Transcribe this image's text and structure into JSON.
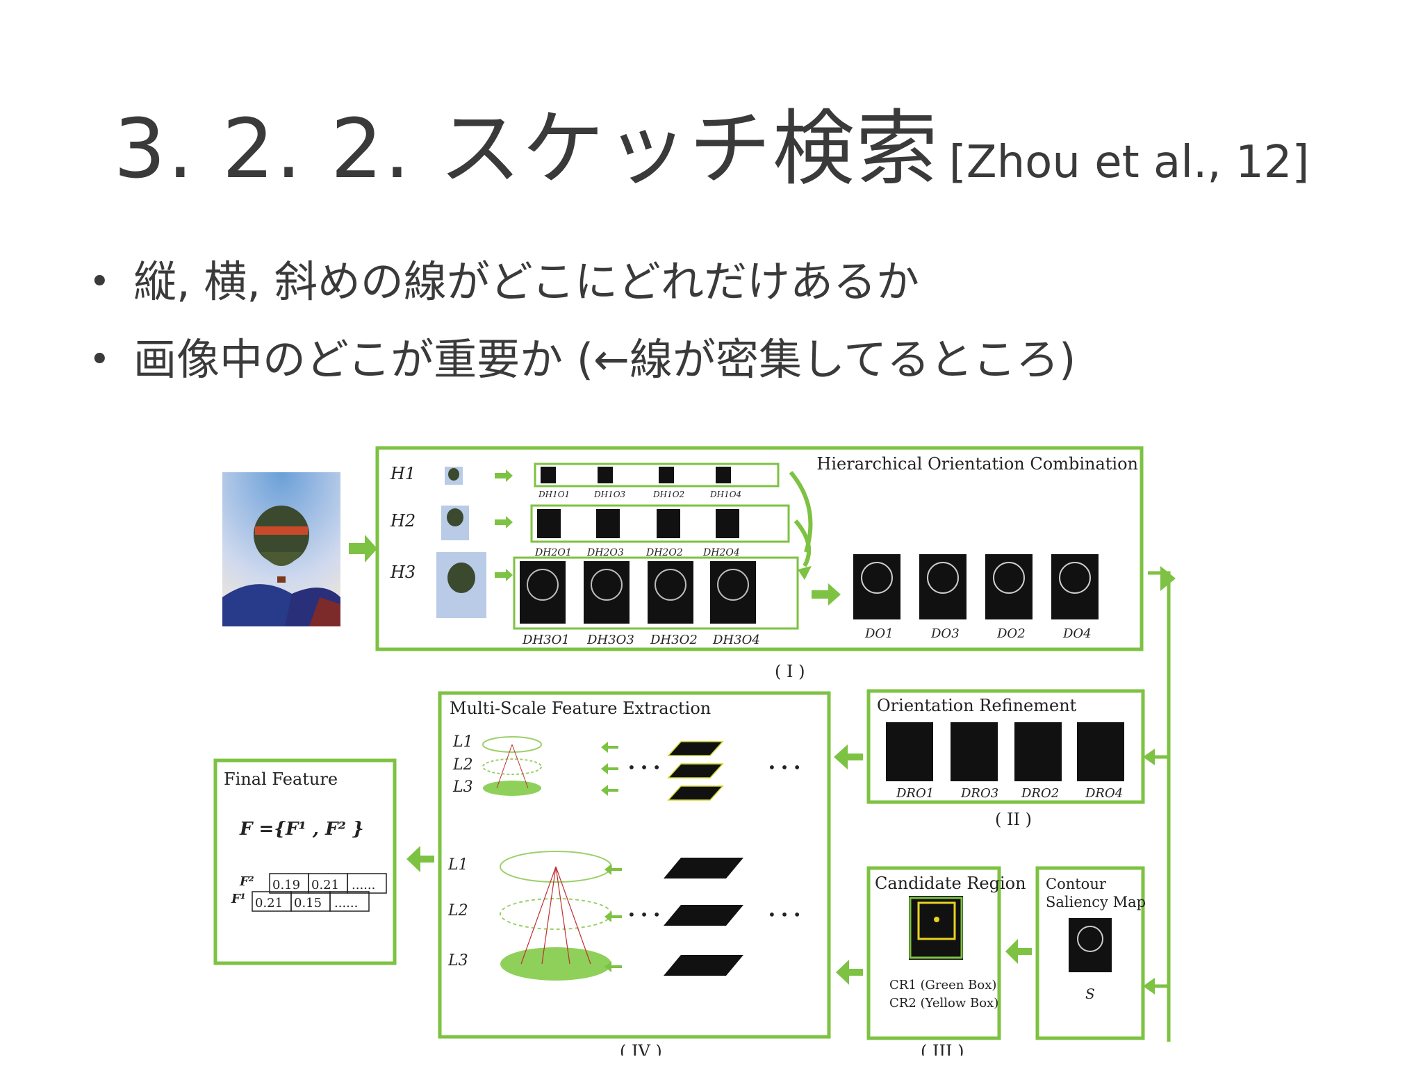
{
  "slide": {
    "title_main": "3. 2. 2. スケッチ検索",
    "title_citation": "[Zhou et al., 12]",
    "bullets": [
      "縦, 横, 斜めの線がどこにどれだけあるか",
      "画像中のどこが重要か (←線が密集してるところ)"
    ],
    "bullet_marker": "•"
  },
  "figure": {
    "accent_color": "#7dc242",
    "panel_I": {
      "title": "Hierarchical Orientation Combination",
      "stage": "( I )",
      "levels": [
        "H1",
        "H2",
        "H3"
      ],
      "h1_labels": [
        "DH1O1",
        "DH1O3",
        "DH1O2",
        "DH1O4"
      ],
      "h2_labels": [
        "DH2O1",
        "DH2O3",
        "DH2O2",
        "DH2O4"
      ],
      "h3_labels": [
        "DH3O1",
        "DH3O3",
        "DH3O2",
        "DH3O4"
      ],
      "output_labels": [
        "DO1",
        "DO3",
        "DO2",
        "DO4"
      ]
    },
    "panel_II": {
      "title": "Orientation Refinement",
      "stage": "( II )",
      "labels": [
        "DRO1",
        "DRO3",
        "DRO2",
        "DRO4"
      ]
    },
    "panel_III": {
      "title": "Candidate Region",
      "stage": "( III )",
      "cr1": "CR1  (Green Box)",
      "cr2": "CR2  (Yellow Box)"
    },
    "saliency": {
      "title_line1": "Contour",
      "title_line2": "Saliency Map",
      "symbol": "S"
    },
    "panel_IV": {
      "title": "Multi-Scale Feature Extraction",
      "stage": "( IV )",
      "layers_top": [
        "L1",
        "L2",
        "L3"
      ],
      "layers_bottom": [
        "L1",
        "L2",
        "L3"
      ],
      "dots": "• • •"
    },
    "final": {
      "title": "Final Feature",
      "formula": "F ={F¹ ,  F² }",
      "f2_label": "F²",
      "f1_label": "F¹",
      "f2_values": [
        "0.19",
        "0.21",
        "......"
      ],
      "f1_values": [
        "0.21",
        "0.15",
        "......"
      ]
    }
  }
}
